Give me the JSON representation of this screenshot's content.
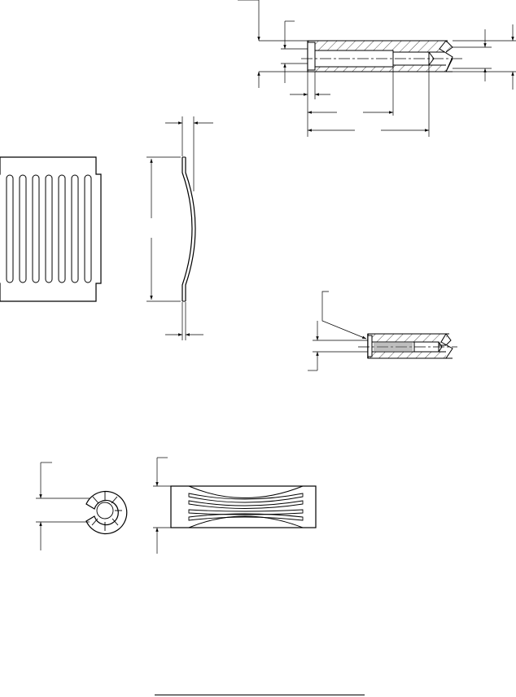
{
  "drawing": {
    "line_color": "#000000",
    "background": "#ffffff",
    "views": [
      "socket-contact-section",
      "spring-insert-flat-blank",
      "spring-insert-side-profile",
      "assembled-contact-section",
      "contact-end-view",
      "spring-insert-formed-view"
    ]
  }
}
